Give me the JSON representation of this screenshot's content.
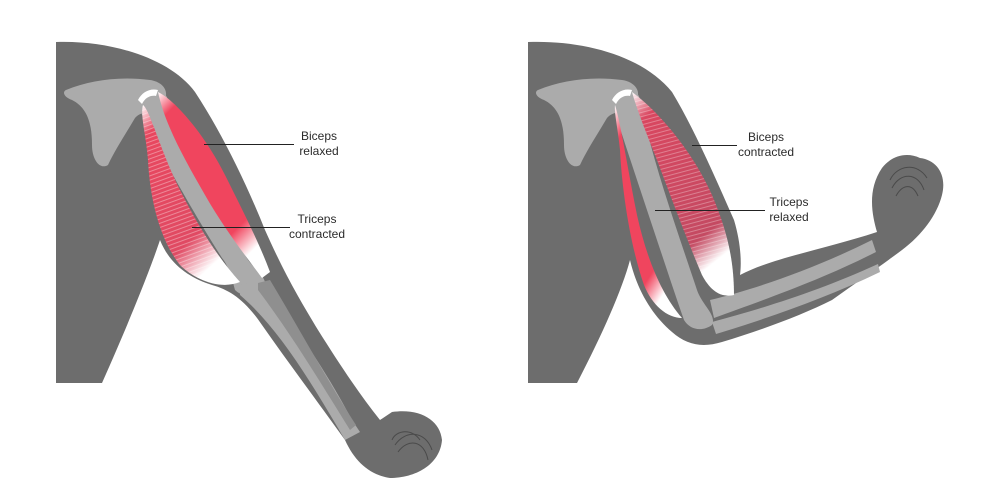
{
  "colors": {
    "skin": "#6d6d6d",
    "bone": "#ababab",
    "tendon": "#ffffff",
    "muscle": "#f0455e",
    "muscle_striation": "#c23a52",
    "line": "#222222",
    "text": "#2b2b2b",
    "background": "#ffffff"
  },
  "panels": [
    {
      "state": "arm-extended",
      "labels": [
        {
          "line1": "Biceps",
          "line2": "relaxed"
        },
        {
          "line1": "Triceps",
          "line2": "contracted"
        }
      ]
    },
    {
      "state": "arm-flexed",
      "labels": [
        {
          "line1": "Biceps",
          "line2": "contracted"
        },
        {
          "line1": "Triceps",
          "line2": "relaxed"
        }
      ]
    }
  ]
}
